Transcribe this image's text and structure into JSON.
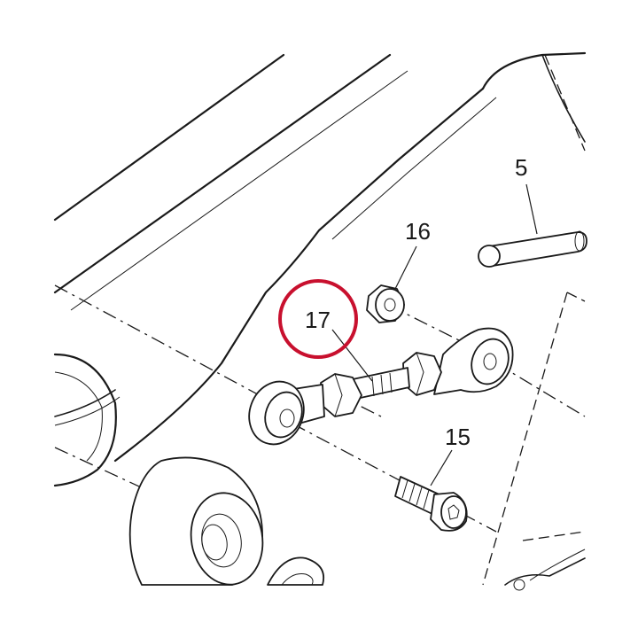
{
  "callouts": {
    "c5": "5",
    "c15": "15",
    "c16": "16",
    "c17": "17"
  },
  "highlight": {
    "color": "#c8102e",
    "target": "17"
  }
}
